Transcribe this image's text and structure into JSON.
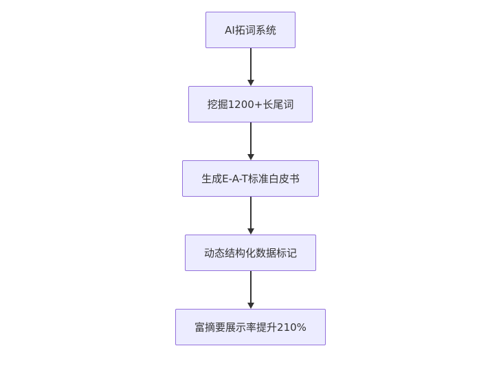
{
  "diagram": {
    "type": "flowchart",
    "direction": "top-down",
    "nodes": [
      {
        "id": "A",
        "label": "AI拓词系统"
      },
      {
        "id": "B",
        "label": "挖掘1200+长尾词"
      },
      {
        "id": "C",
        "label": "生成E-A-T标准白皮书"
      },
      {
        "id": "D",
        "label": "动态结构化数据标记"
      },
      {
        "id": "E",
        "label": "富摘要展示率提升210%"
      }
    ],
    "edges": [
      {
        "from": "A",
        "to": "B"
      },
      {
        "from": "B",
        "to": "C"
      },
      {
        "from": "C",
        "to": "D"
      },
      {
        "from": "D",
        "to": "E"
      }
    ],
    "colors": {
      "node_fill": "#ECECFF",
      "node_border": "#9370DB",
      "arrow": "#333333",
      "text": "#333333",
      "background": "#FFFFFF"
    }
  }
}
